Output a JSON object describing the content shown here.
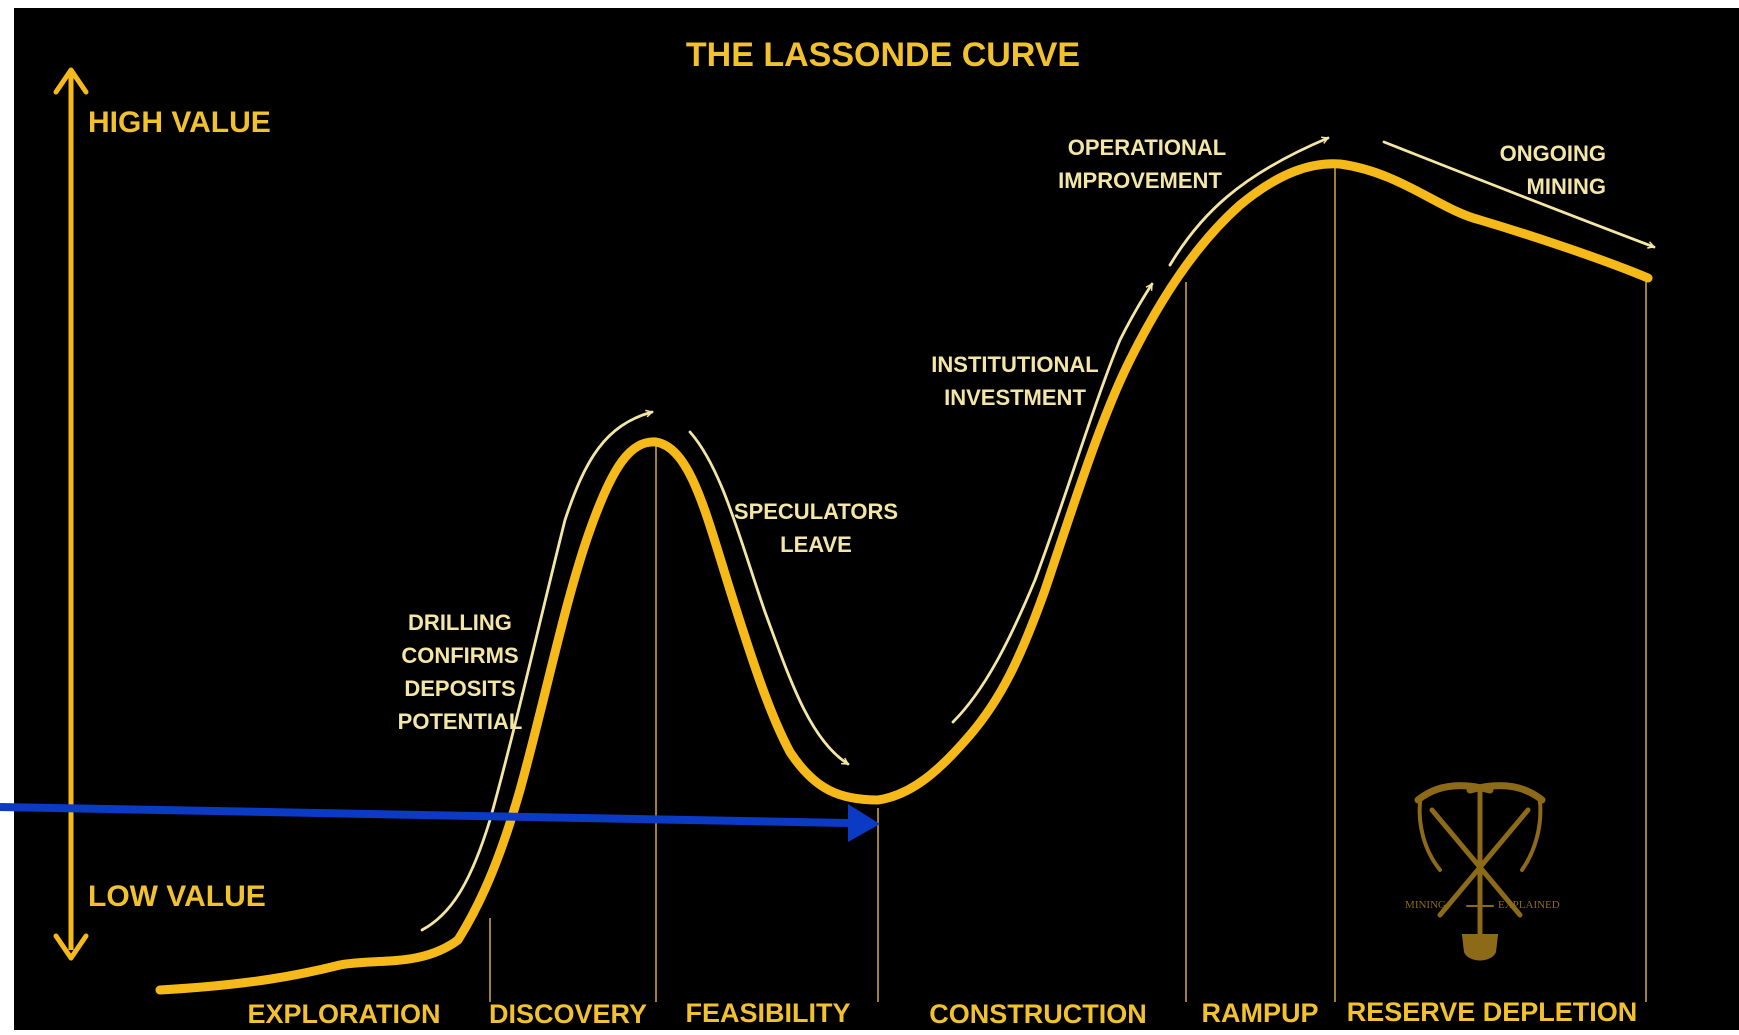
{
  "title": "THE LASSONDE CURVE",
  "axis": {
    "high_label": "HIGH VALUE",
    "low_label": "LOW VALUE"
  },
  "phases": [
    "EXPLORATION",
    "DISCOVERY",
    "FEASIBILITY",
    "CONSTRUCTION",
    "RAMPUP",
    "RESERVE DEPLETION"
  ],
  "annotations": {
    "drilling": [
      "DRILLING",
      "CONFIRMS",
      "DEPOSITS",
      "POTENTIAL"
    ],
    "speculators": [
      "SPECULATORS",
      "LEAVE"
    ],
    "institutional": [
      "INSTITUTIONAL",
      "INVESTMENT"
    ],
    "operational": [
      "OPERATIONAL",
      "IMPROVEMENT"
    ],
    "ongoing": [
      "ONGOING",
      "MINING"
    ]
  },
  "logo": {
    "left_text": "MINING",
    "right_text": "EXPLAINED"
  },
  "colors": {
    "background": "#000000",
    "curve": "#F5BA1A",
    "label": "#F2C12E",
    "annotation": "#F4E7A6",
    "logo": "#8C6A18",
    "pointer": "#0B3BC4"
  }
}
